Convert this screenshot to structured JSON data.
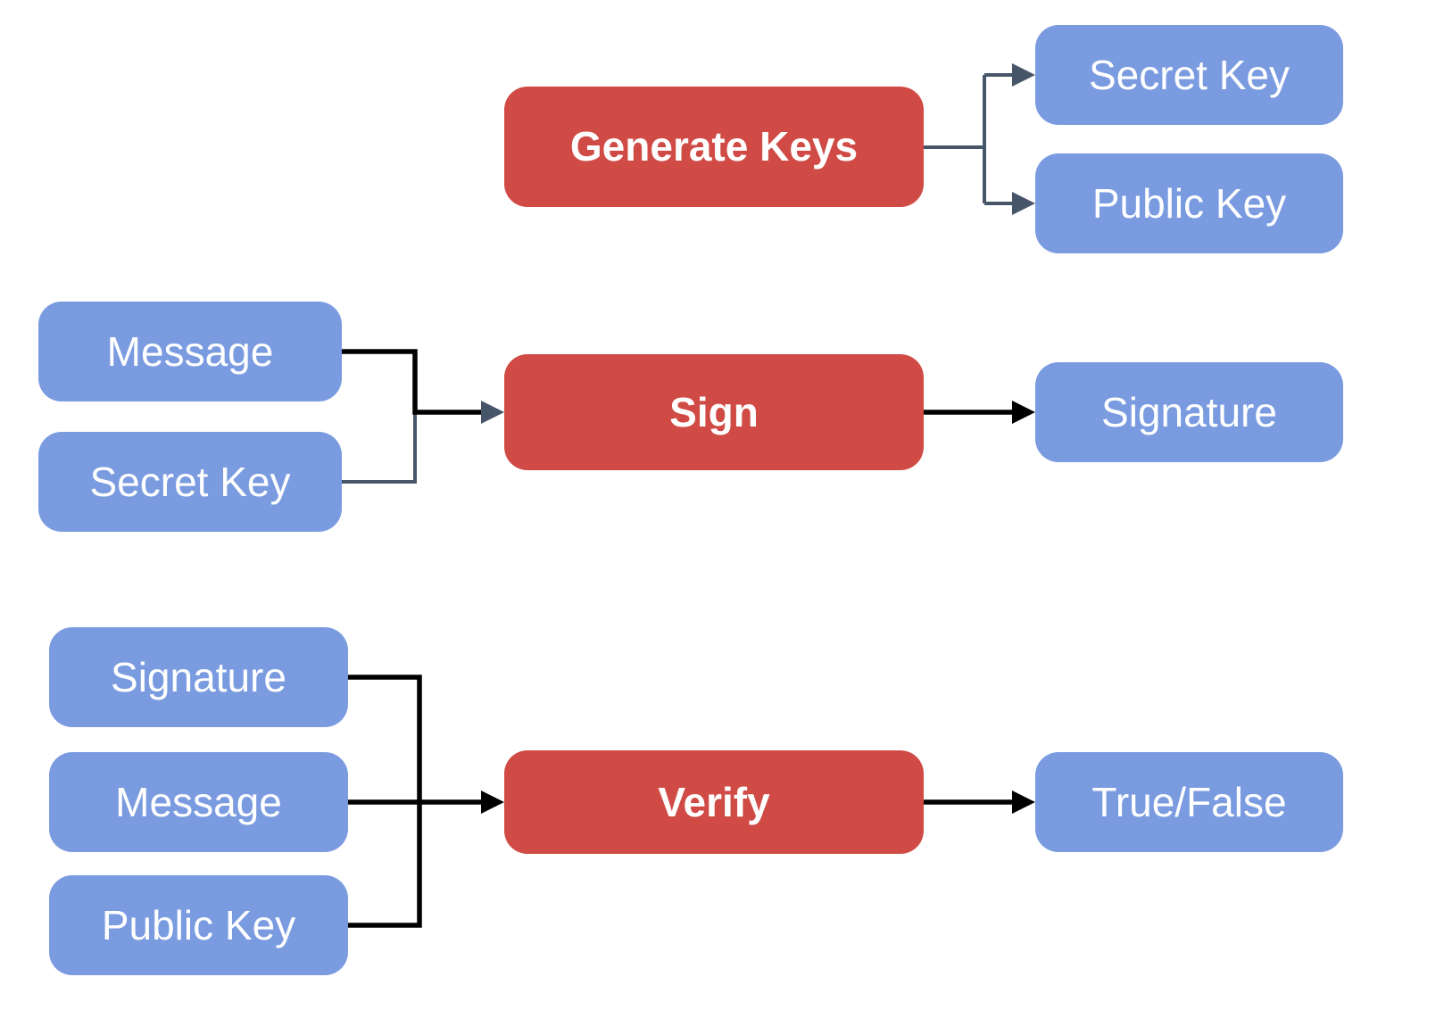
{
  "colors": {
    "process_box_fill": "#d04b45",
    "data_box_fill": "#7a9be0",
    "box_text": "#ffffff",
    "connector_black": "#000000",
    "connector_slate": "#475569",
    "background": "#ffffff"
  },
  "key_generation": {
    "generate_keys_label": "Generate Keys",
    "secret_key_label": "Secret Key",
    "public_key_label": "Public Key"
  },
  "signing": {
    "message_label": "Message",
    "secret_key_label": "Secret Key",
    "sign_label": "Sign",
    "signature_label": "Signature"
  },
  "verification": {
    "signature_label": "Signature",
    "message_label": "Message",
    "public_key_label": "Public Key",
    "verify_label": "Verify",
    "true_false_label": "True/False"
  }
}
